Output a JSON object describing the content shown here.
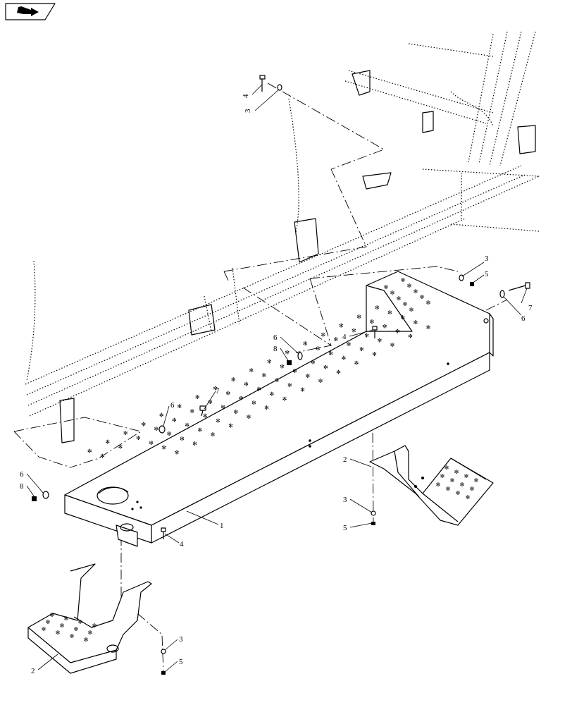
{
  "nav_icon": "folder-arrow-icon",
  "callouts": [
    {
      "id": "c4-top",
      "text": "4"
    },
    {
      "id": "c3-top",
      "text": "3"
    },
    {
      "id": "c3-right",
      "text": "3"
    },
    {
      "id": "c5-right",
      "text": "5"
    },
    {
      "id": "c7-right",
      "text": "7"
    },
    {
      "id": "c6-right",
      "text": "6"
    },
    {
      "id": "c4-mid",
      "text": "4"
    },
    {
      "id": "c6-mid",
      "text": "6"
    },
    {
      "id": "c8-mid",
      "text": "8"
    },
    {
      "id": "c7-left",
      "text": "7"
    },
    {
      "id": "c6-left",
      "text": "6"
    },
    {
      "id": "c6-lower",
      "text": "6"
    },
    {
      "id": "c8-lower",
      "text": "8"
    },
    {
      "id": "c1",
      "text": "1"
    },
    {
      "id": "c4-bottom",
      "text": "4"
    },
    {
      "id": "c2-right",
      "text": "2"
    },
    {
      "id": "c3-bottom-right",
      "text": "3"
    },
    {
      "id": "c5-bottom-right",
      "text": "5"
    },
    {
      "id": "c2-left",
      "text": "2"
    },
    {
      "id": "c3-bottom-left",
      "text": "3"
    },
    {
      "id": "c5-bottom-left",
      "text": "5"
    }
  ]
}
